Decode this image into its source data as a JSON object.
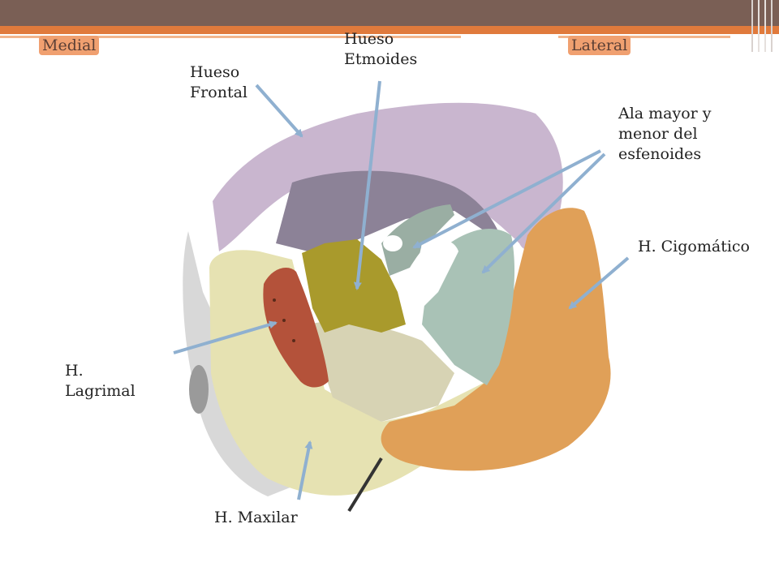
{
  "header": {
    "medial_tag": "Medial",
    "lateral_tag": "Lateral"
  },
  "labels": {
    "etmoides": "Hueso\nEtmoides",
    "frontal": "Hueso\nFrontal",
    "esfenoides": "Ala mayor y\nmenor del\nesfenoides",
    "cigomatico": "H. Cigomático",
    "lagrimal": "H.\nLagrimal",
    "maxilar": "H. Maxilar"
  },
  "colors": {
    "frontal": "#c9b6cf",
    "etmoides": "#a99a2c",
    "esfenoides": "#a9c2b6",
    "cigomatico": "#e0a058",
    "lagrimal": "#b4523a",
    "maxilar": "#e6e2b2",
    "arrow": "#8fb0d0"
  }
}
